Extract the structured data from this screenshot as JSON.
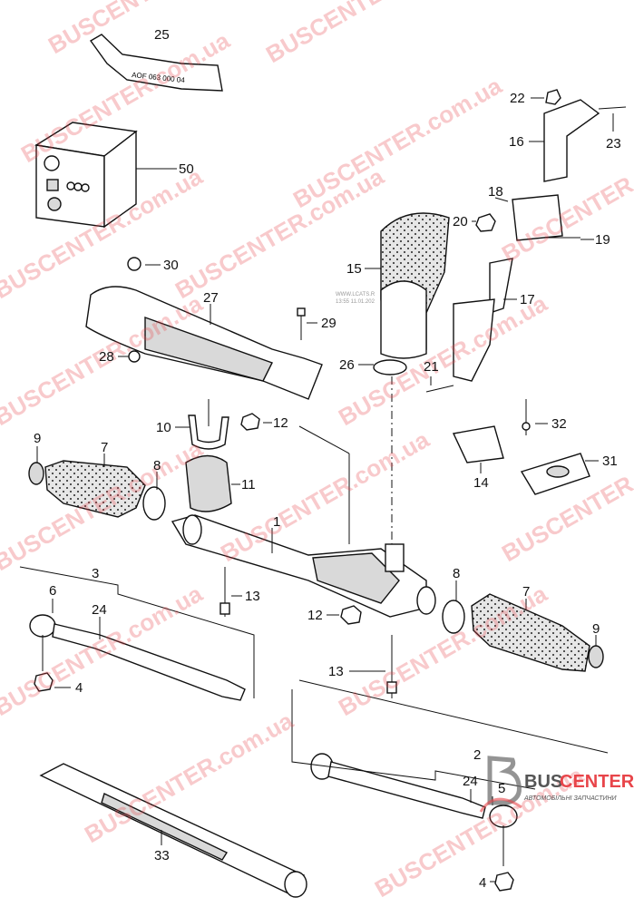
{
  "diagram": {
    "callouts": {
      "c25": "25",
      "c50": "50",
      "c30": "30",
      "c27": "27",
      "c29": "29",
      "c28": "28",
      "c10": "10",
      "c12a": "12",
      "c9a": "9",
      "c7a": "7",
      "c8a": "8",
      "c11": "11",
      "c1": "1",
      "c3": "3",
      "c24a": "24",
      "c6": "6",
      "c4a": "4",
      "c13a": "13",
      "c12b": "12",
      "c13b": "13",
      "c22": "22",
      "c23": "23",
      "c16": "16",
      "c18": "18",
      "c20": "20",
      "c19": "19",
      "c15": "15",
      "c17": "17",
      "c26": "26",
      "c21": "21",
      "c32": "32",
      "c31": "31",
      "c14": "14",
      "c8b": "8",
      "c7b": "7",
      "c9b": "9",
      "c2": "2",
      "c24b": "24",
      "c5": "5",
      "c4b": "4",
      "c33": "33"
    },
    "tube_text": "AOF 063 000 04",
    "stamp_text": [
      "WWW.LCATS.R",
      "13:55 11.01.202"
    ]
  },
  "logo": {
    "name_a": "BUS",
    "name_b": "CENTER",
    "tagline": "АВТОМОБІЛЬНІ ЗАПЧАСТИНИ"
  },
  "watermark": {
    "text": "BUSCENTER.com.ua",
    "color": "#e8454a"
  }
}
